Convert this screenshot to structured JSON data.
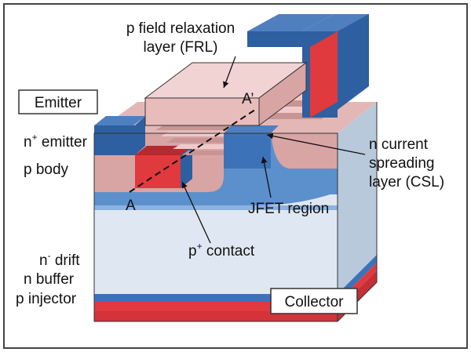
{
  "figure": {
    "title": "IGBT cross-section with p field relaxation layer",
    "colors": {
      "emitter_blue": "#2e5fa0",
      "p_body_pink": "#d9a4a4",
      "p_plus_red": "#e0393e",
      "drift_light": "#dfe8f2",
      "csl_blue": "#5b90cc",
      "frl_pink": "#ecc5c5"
    },
    "labels": {
      "frl_line1": "p field relaxation",
      "frl_line2": "layer (FRL)",
      "emitter_box": "Emitter",
      "n_emitter_prefix": "n",
      "n_emitter_sup": "+",
      "n_emitter_suffix": " emitter",
      "p_body": "p body",
      "point_a": "A",
      "point_a_prime": "A’",
      "csl_line1": "n current",
      "csl_line2": "spreading",
      "csl_line3": "layer (CSL)",
      "jfet": "JFET region",
      "p_contact_prefix": "p",
      "p_contact_sup": "+",
      "p_contact_suffix": " contact",
      "n_drift_prefix": "n",
      "n_drift_sup": "-",
      "n_drift_suffix": " drift",
      "n_buffer": "n buffer",
      "p_injector": "p injector",
      "collector_box": "Collector"
    }
  }
}
